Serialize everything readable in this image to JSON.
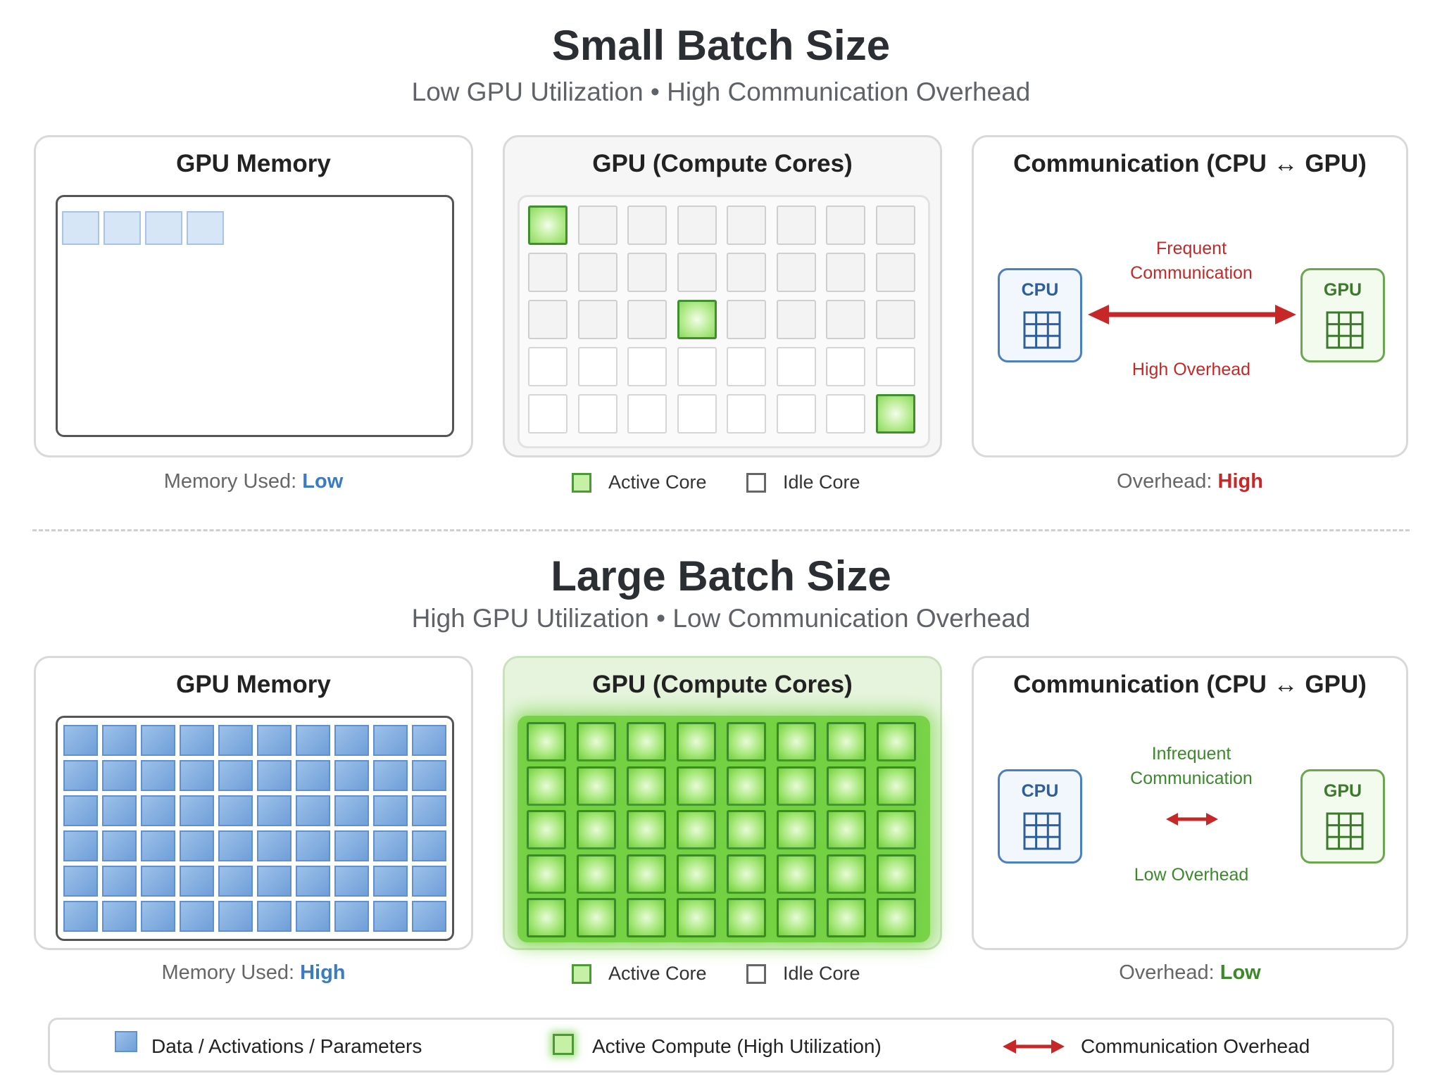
{
  "small": {
    "title": "Small Batch Size",
    "subtitle": "Low GPU Utilization • High Communication Overhead",
    "memory": {
      "title": "GPU Memory",
      "caption_label": "Memory Used: ",
      "caption_value": "Low",
      "filled_blocks": 4
    },
    "gpu": {
      "title": "GPU (Compute Cores)",
      "active_cores": 3,
      "total_cores": 40
    },
    "comm": {
      "title": "Communication (CPU ↔ GPU)",
      "cpu_label": "CPU",
      "gpu_label": "GPU",
      "top_line1": "Frequent",
      "top_line2": "Communication",
      "bottom_text": "High Overhead",
      "caption_label": "Overhead: ",
      "caption_value": "High"
    }
  },
  "large": {
    "title": "Large Batch Size",
    "subtitle": "High GPU Utilization • Low Communication Overhead",
    "memory": {
      "title": "GPU Memory",
      "caption_label": "Memory Used: ",
      "caption_value": "High",
      "filled_blocks": 60
    },
    "gpu": {
      "title": "GPU (Compute Cores)",
      "active_cores": 40,
      "total_cores": 40
    },
    "comm": {
      "title": "Communication (CPU ↔ GPU)",
      "cpu_label": "CPU",
      "gpu_label": "GPU",
      "top_line1": "Infrequent",
      "top_line2": "Communication",
      "bottom_text": "Low Overhead",
      "caption_label": "Overhead: ",
      "caption_value": "Low"
    }
  },
  "core_legend": {
    "active": "Active Core",
    "idle": "Idle Core"
  },
  "legend": {
    "data": "Data / Activations / Parameters",
    "compute": "Active Compute (High Utilization)",
    "comm": "Communication Overhead"
  },
  "colors": {
    "memory_block": "#6f9fd8",
    "active_core": "#8cd95f",
    "high_overhead": "#c62828",
    "low_overhead": "#3a8a2a"
  }
}
